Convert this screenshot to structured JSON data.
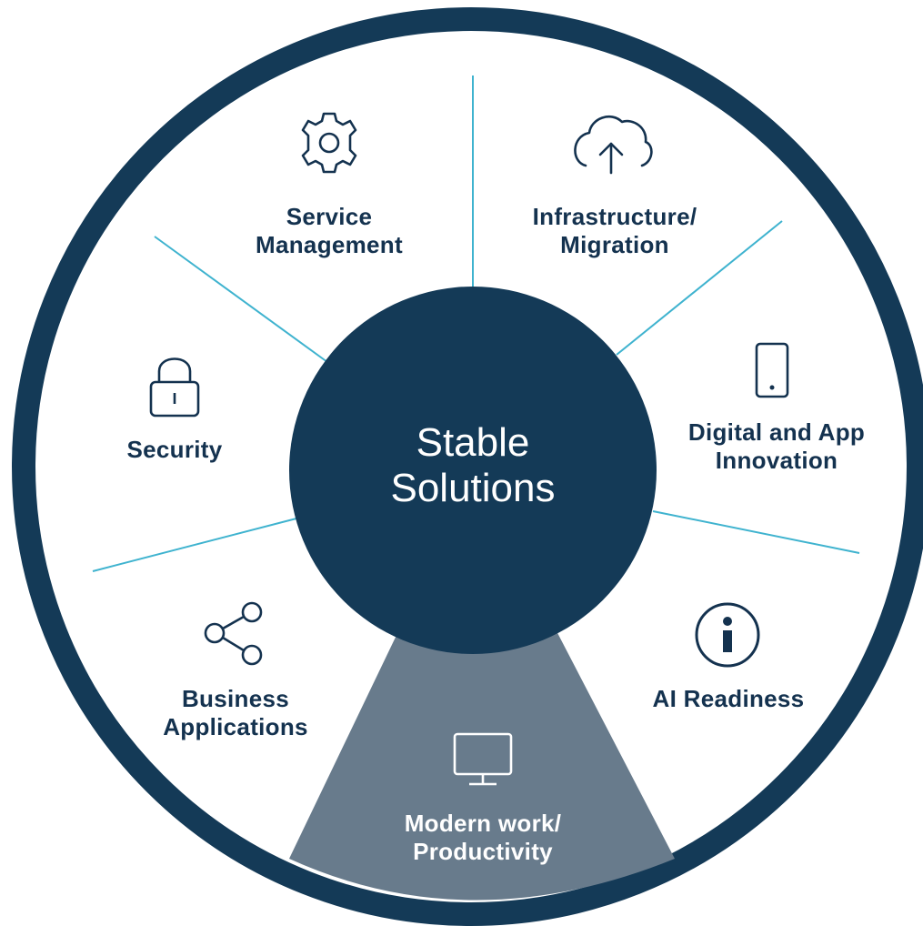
{
  "diagram": {
    "center": {
      "line1": "Stable",
      "line2": "Solutions"
    },
    "segments": [
      {
        "id": "service-management",
        "line1": "Service",
        "line2": "Management",
        "icon": "gear-icon"
      },
      {
        "id": "infrastructure-migration",
        "line1": "Infrastructure/",
        "line2": "Migration",
        "icon": "cloud-upload-icon"
      },
      {
        "id": "digital-app-innovation",
        "line1": "Digital and App",
        "line2": "Innovation",
        "icon": "mobile-phone-icon"
      },
      {
        "id": "ai-readiness",
        "line1": "AI Readiness",
        "line2": "",
        "icon": "info-icon"
      },
      {
        "id": "modern-work-productivity",
        "line1": "Modern work/",
        "line2": "Productivity",
        "icon": "monitor-icon",
        "highlighted": true
      },
      {
        "id": "business-applications",
        "line1": "Business",
        "line2": "Applications",
        "icon": "share-icon"
      },
      {
        "id": "security",
        "line1": "Security",
        "line2": "",
        "icon": "lock-icon"
      }
    ]
  },
  "colors": {
    "navy": "#143a57",
    "divider": "#3fb3cf",
    "highlight": "#687b8c",
    "text": "#14324f"
  }
}
